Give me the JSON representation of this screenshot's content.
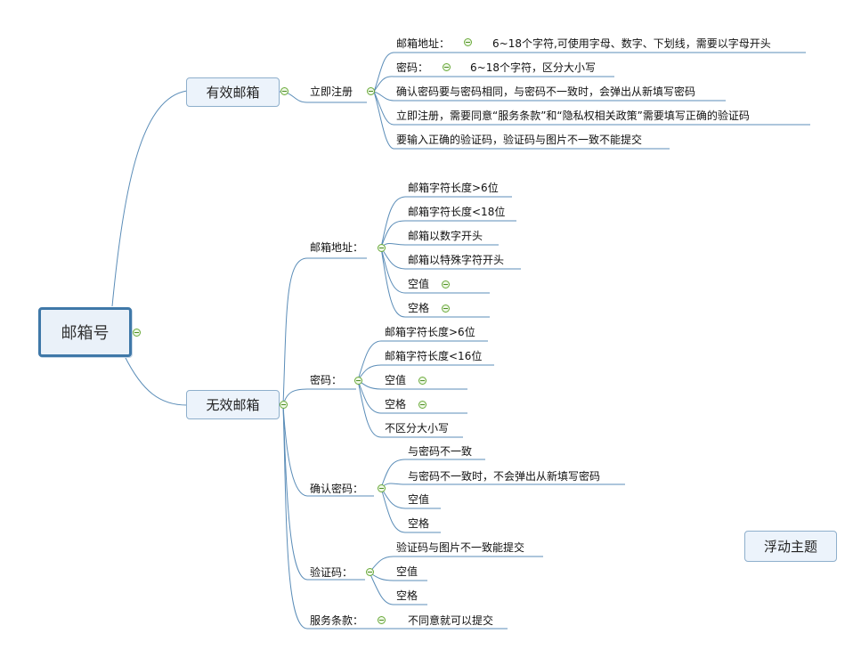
{
  "root": "邮箱号",
  "floating_topic": "浮动主题",
  "valid": {
    "title": "有效邮箱",
    "register": "立即注册",
    "items": [
      {
        "label": "邮箱地址：",
        "detail": "6~18个字符,可使用字母、数字、下划线，需要以字母开头"
      },
      {
        "label": "密码：",
        "detail": "6~18个字符，区分大小写"
      },
      {
        "label": "确认密码要与密码相同，与密码不一致时，会弹出从新填写密码"
      },
      {
        "label": "立即注册，需要同意“服务条款”和“隐私权相关政策”需要填写正确的验证码"
      },
      {
        "label": "要输入正确的验证码，验证码与图片不一致不能提交"
      }
    ]
  },
  "invalid": {
    "title": "无效邮箱",
    "email": {
      "label": "邮箱地址：",
      "items": [
        "邮箱字符长度>6位",
        "邮箱字符长度<18位",
        "邮箱以数字开头",
        "邮箱以特殊字符开头",
        "空值",
        "空格"
      ]
    },
    "password": {
      "label": "密码：",
      "items": [
        "邮箱字符长度>6位",
        "邮箱字符长度<16位",
        "空值",
        "空格",
        "不区分大小写"
      ]
    },
    "confirm": {
      "label": "确认密码：",
      "items": [
        "与密码不一致",
        "与密码不一致时，不会弹出从新填写密码",
        "空值",
        "空格"
      ]
    },
    "captcha": {
      "label": "验证码：",
      "items": [
        "验证码与图片不一致能提交",
        "空值",
        "空格"
      ]
    },
    "terms": {
      "label": "服务条款：",
      "detail": "不同意就可以提交"
    }
  }
}
